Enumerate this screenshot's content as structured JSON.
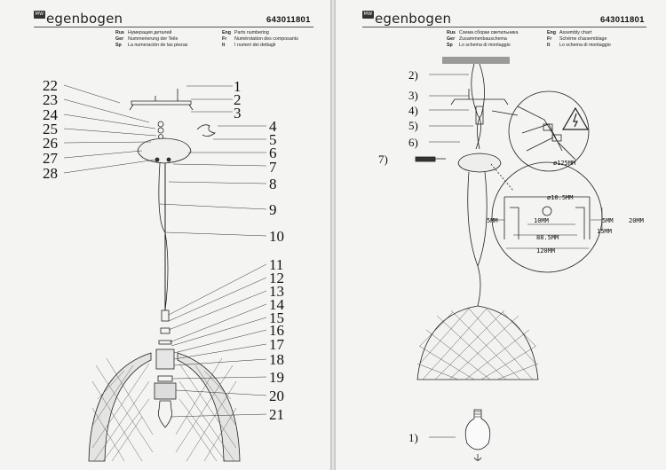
{
  "left": {
    "brand": "egenbogen",
    "brand_mark": "MW",
    "code": "643011801",
    "headings": [
      {
        "lang": "Rus",
        "text": "Нумерация деталей"
      },
      {
        "lang": "Ger",
        "text": "Nummerierung der Teile"
      },
      {
        "lang": "Sp",
        "text": "La numeración de las piezas"
      },
      {
        "lang": "Eng",
        "text": "Parts numbering"
      },
      {
        "lang": "Fr",
        "text": "Numérotation des composants"
      },
      {
        "lang": "It",
        "text": "I numeri dei dettagli"
      }
    ],
    "part_numbers": [
      "1",
      "2",
      "3",
      "4",
      "5",
      "6",
      "7",
      "8",
      "9",
      "10",
      "11",
      "12",
      "13",
      "14",
      "15",
      "16",
      "17",
      "18",
      "19",
      "20",
      "21",
      "22",
      "23",
      "24",
      "25",
      "26",
      "27",
      "28"
    ]
  },
  "right": {
    "brand": "egenbogen",
    "brand_mark": "MW",
    "code": "643011801",
    "headings": [
      {
        "lang": "Rus",
        "text": "Схема сборки светильника"
      },
      {
        "lang": "Ger",
        "text": "Zusammenbauschema"
      },
      {
        "lang": "Sp",
        "text": "Lo schema di montaggio"
      },
      {
        "lang": "Eng",
        "text": "Assembly chart"
      },
      {
        "lang": "Fr",
        "text": "Schéme d'assemblage"
      },
      {
        "lang": "It",
        "text": "Lo schema di montaggio"
      }
    ],
    "steps": [
      "2)",
      "3)",
      "4)",
      "5)",
      "6)",
      "7)",
      "1)"
    ],
    "dimensions": {
      "diameter_outer": "ø125MM",
      "diameter_hole": "ø10.5MM",
      "d_10": "10MM",
      "d_5_left": "5MM",
      "d_5_right": "5MM",
      "d_20": "20MM",
      "d_885": "88.5MM",
      "d_15": "15MM",
      "d_120": "120MM"
    }
  }
}
